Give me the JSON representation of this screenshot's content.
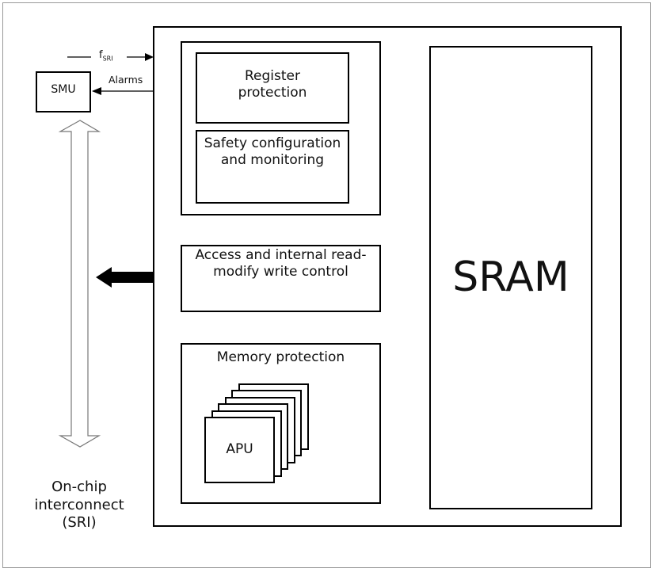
{
  "diagram": {
    "smu": {
      "label": "SMU"
    },
    "signals": {
      "clock": "f",
      "clock_sub": "SRI",
      "alarms": "Alarms"
    },
    "interconnect": {
      "lines": [
        "On-chip",
        "interconnect",
        "(SRI)"
      ]
    },
    "register_protection": {
      "label": "Register protection"
    },
    "safety_config": {
      "label": "Safety configuration and monitoring"
    },
    "access_control": {
      "label": "Access and internal read-modify write control"
    },
    "memory_protection": {
      "label": "Memory protection"
    },
    "apu": {
      "label": "APU",
      "stack_count": 6
    },
    "sram": {
      "label": "SRAM"
    }
  }
}
